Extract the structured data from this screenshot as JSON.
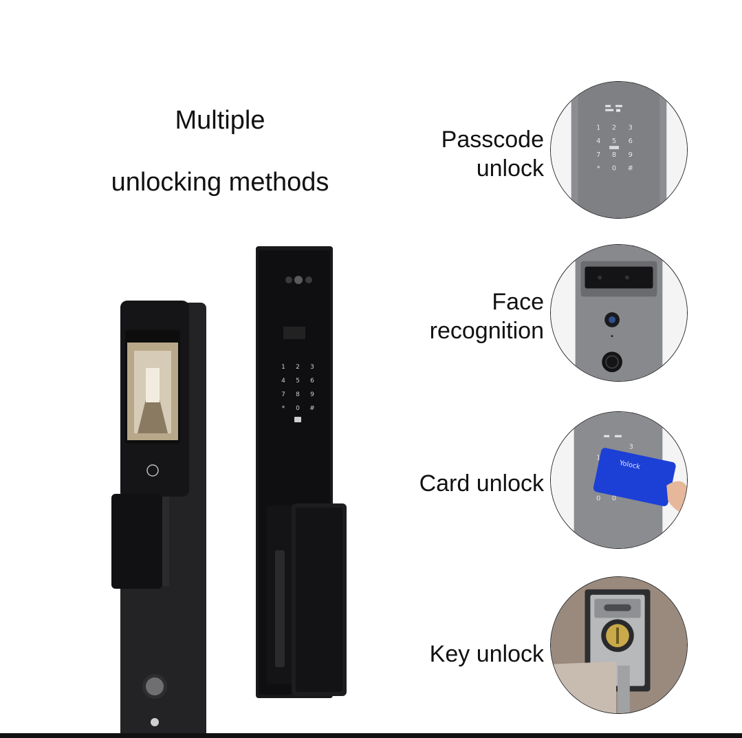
{
  "heading": {
    "line1": "Multiple",
    "line2": "unlocking methods"
  },
  "features": [
    {
      "label_line1": "Passcode",
      "label_line2": "unlock",
      "icon": "keypad-closeup"
    },
    {
      "label_line1": "Face",
      "label_line2": "recognition",
      "icon": "camera-closeup"
    },
    {
      "label_line1": "Card unlock",
      "label_line2": "",
      "icon": "card-closeup"
    },
    {
      "label_line1": "Key unlock",
      "label_line2": "",
      "icon": "key-cylinder-closeup"
    }
  ],
  "card_brand": "Yolock",
  "keypad_keys": [
    "1",
    "2",
    "3",
    "4",
    "5",
    "6",
    "7",
    "8",
    "9",
    "*",
    "0",
    "#"
  ],
  "colors": {
    "lock_body": "#1b1b1d",
    "panel_silver": "#8d8f93",
    "card_blue": "#1c3fd6",
    "door_bronze": "#9a8a7e"
  }
}
